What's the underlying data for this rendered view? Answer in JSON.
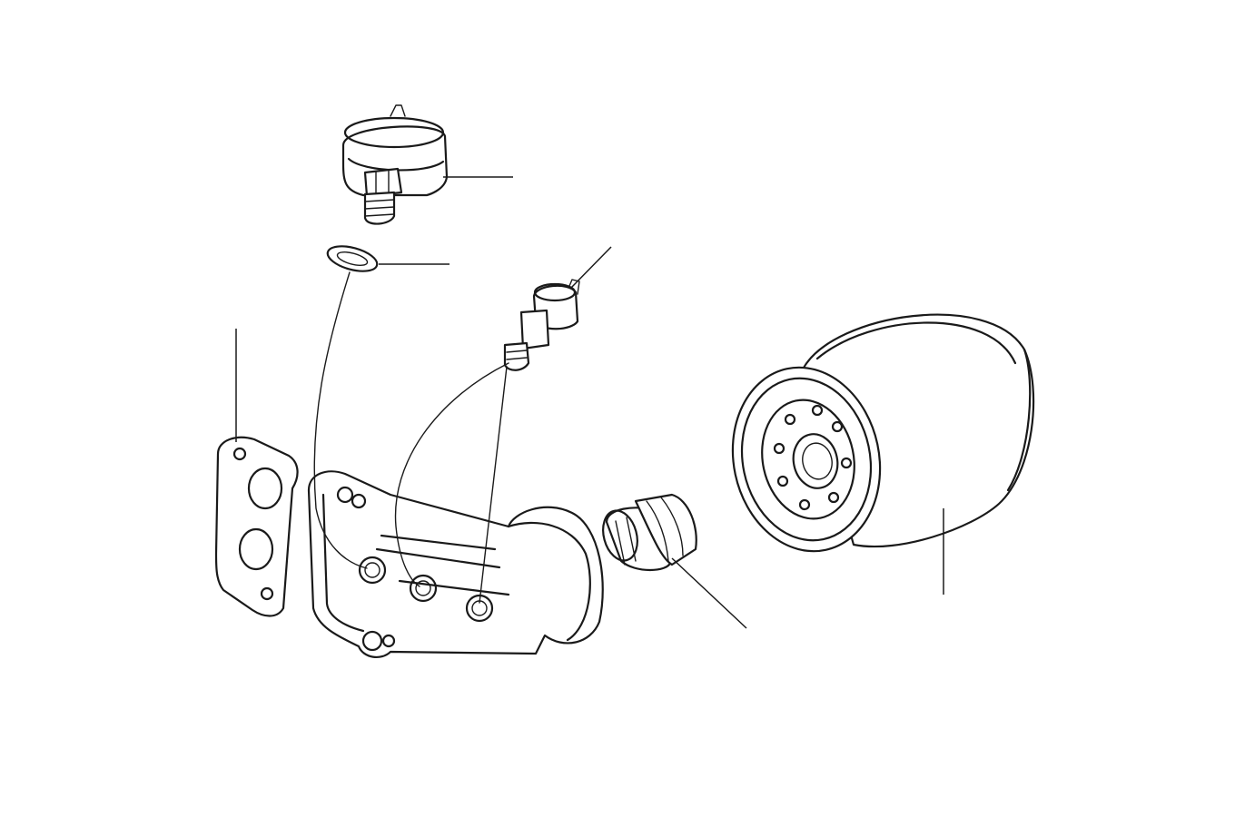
{
  "diagram": {
    "ink_color": "#1a1a1a",
    "background_color": "#ffffff",
    "parts": [
      {
        "id": "oil-pressure-switch",
        "icon": "pressure-switch-icon"
      },
      {
        "id": "sealing-washer",
        "icon": "washer-icon"
      },
      {
        "id": "temperature-sender",
        "icon": "sender-icon"
      },
      {
        "id": "gasket",
        "icon": "gasket-icon"
      },
      {
        "id": "filter-housing",
        "icon": "housing-icon"
      },
      {
        "id": "threaded-adapter",
        "icon": "adapter-icon"
      },
      {
        "id": "oil-filter-cartridge",
        "icon": "filter-icon"
      }
    ]
  }
}
